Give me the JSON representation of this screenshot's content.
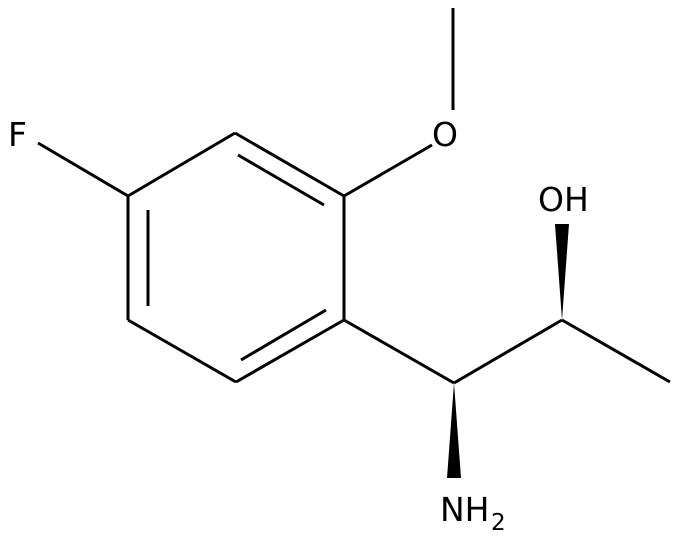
{
  "molecule": {
    "atoms": {
      "fluorine": "F",
      "methoxy_oxygen": "O",
      "hydroxyl": "OH",
      "amine": "NH",
      "amine_subscript": "2"
    }
  }
}
